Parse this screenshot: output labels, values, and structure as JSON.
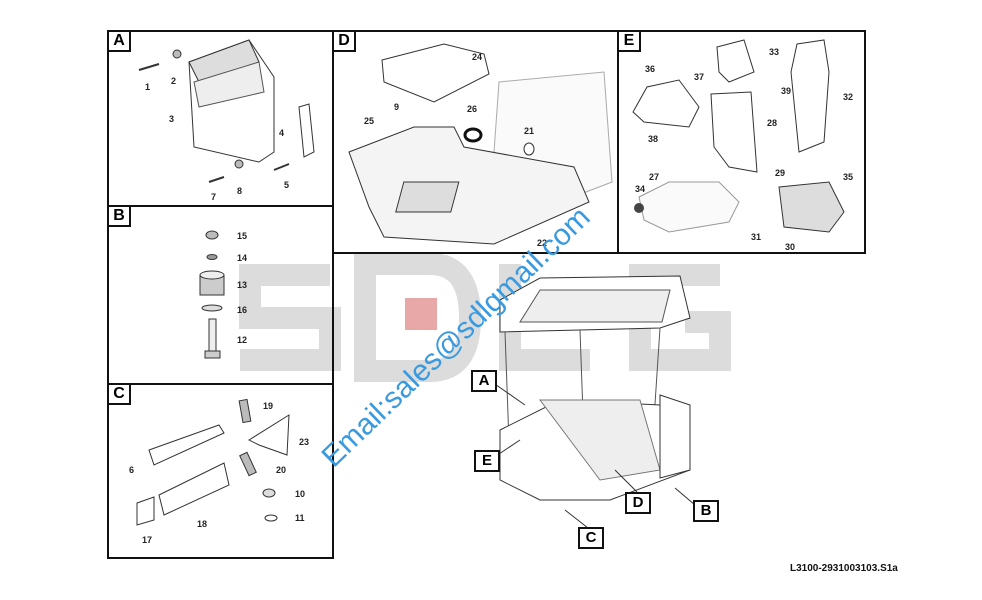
{
  "watermark": {
    "brand": "SDLG",
    "email": "Email:sales@sdlgmail.com",
    "color": "#3a9ae0"
  },
  "caption": "L3100-2931003103.S1a",
  "panels": {
    "A": {
      "label": "A",
      "parts": [
        "1",
        "2",
        "3",
        "4",
        "5",
        "7",
        "8"
      ]
    },
    "B": {
      "label": "B",
      "parts": [
        "15",
        "14",
        "13",
        "16",
        "12"
      ]
    },
    "C": {
      "label": "C",
      "parts": [
        "19",
        "23",
        "6",
        "20",
        "10",
        "18",
        "11",
        "17"
      ]
    },
    "D": {
      "label": "D",
      "parts": [
        "24",
        "9",
        "26",
        "25",
        "21",
        "22"
      ]
    },
    "E": {
      "label": "E",
      "parts": [
        "36",
        "37",
        "33",
        "39",
        "32",
        "28",
        "38",
        "29",
        "35",
        "27",
        "34",
        "31",
        "30"
      ]
    }
  },
  "main_callouts": [
    "A",
    "E",
    "D",
    "B",
    "C"
  ]
}
